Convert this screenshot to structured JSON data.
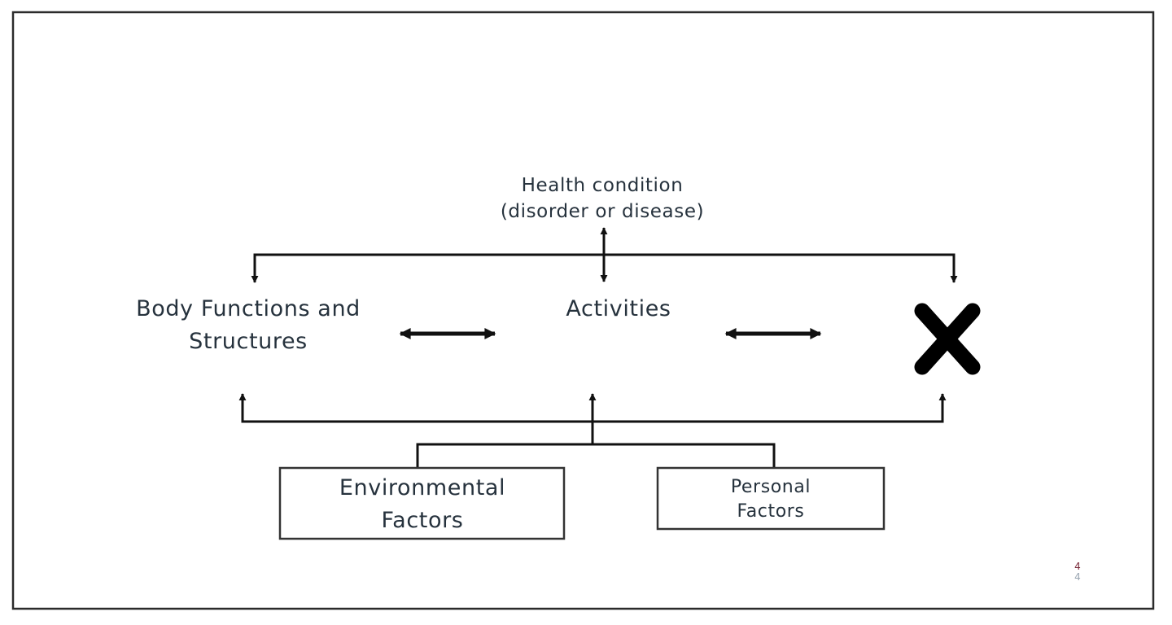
{
  "diagram": {
    "health_condition": {
      "line1": "Health condition",
      "line2": "(disorder or disease)"
    },
    "body_functions": {
      "line1": "Body Functions and",
      "line2": "Structures"
    },
    "activities": "Activities",
    "crossed_out_component": "cross-mark-icon",
    "environmental_factors": {
      "line1": "Environmental",
      "line2": "Factors"
    },
    "personal_factors": {
      "line1": "Personal",
      "line2": "Factors"
    }
  },
  "slide_number": {
    "primary": "4",
    "shadow": "4"
  },
  "colors": {
    "line": "#111111",
    "text": "#26323d",
    "frame": "#2b2b2b"
  }
}
